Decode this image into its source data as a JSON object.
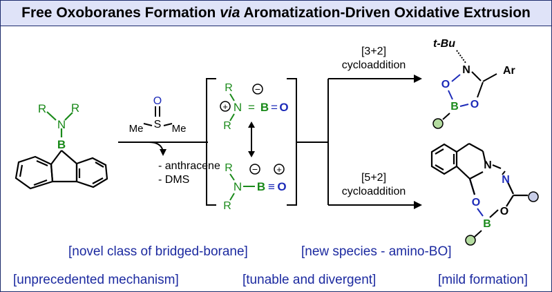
{
  "title": {
    "part1": "Free Oxoboranes Formation ",
    "part2": "via",
    "part3": " Aromatization-Driven Oxidative Extrusion"
  },
  "reagents": {
    "above": [
      "O",
      "S",
      "Me",
      "Me"
    ],
    "below": [
      "- anthracene",
      "- DMS"
    ]
  },
  "arrow_labels": {
    "upper": [
      "[3+2]",
      "cycloaddition"
    ],
    "lower": [
      "[5+2]",
      "cycloaddition"
    ]
  },
  "atoms": {
    "R": "R",
    "N": "N",
    "B": "B",
    "O": "O",
    "minus": "−",
    "plus": "+",
    "double_bond": "=",
    "triple_bond": "≡",
    "tBu": "t-Bu",
    "Ar": "Ar"
  },
  "tags": [
    "[novel class of bridged-borane]",
    "[new species - amino-BO]",
    "[unprecedented mechanism]",
    "[tunable and divergent]",
    "[mild formation]"
  ],
  "colors": {
    "banner_bg": "#dfe3f8",
    "banner_border": "#1c2a6b",
    "nitrogen_green": "#1a8a1a",
    "boron_green": "#1a8a1a",
    "oxygen_blue": "#1c2ab8",
    "tag_text": "#1c2aa0",
    "substituent_green_fill": "#b4dca0",
    "substituent_gray_fill": "#c8cde8"
  }
}
